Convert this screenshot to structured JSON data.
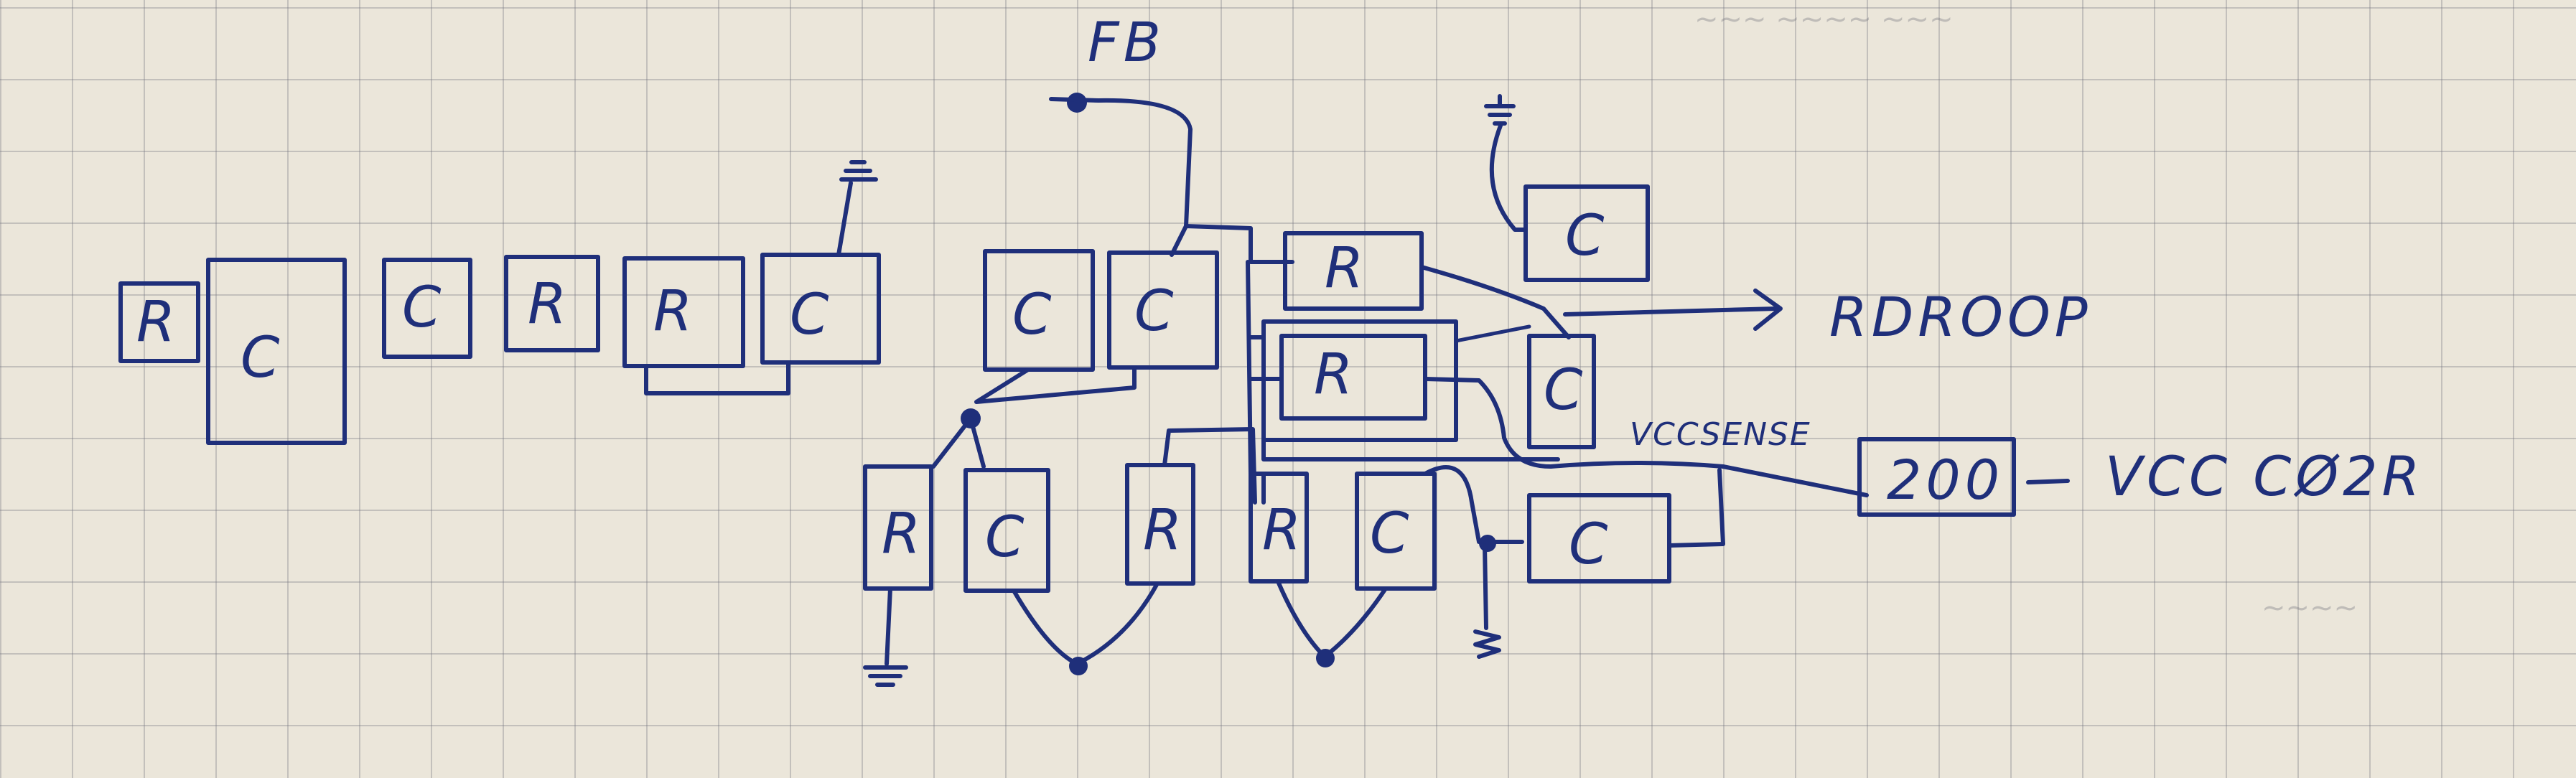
{
  "labels": {
    "fb": "FB",
    "rdroop": "RDROOP",
    "vccsense": "VCCSENSE",
    "r200": "200",
    "vcc_out": "VCC CØ2R"
  },
  "component_letters": {
    "r": "R",
    "c": "C"
  },
  "ink_color": "#1f2f7a",
  "paper_color": "#ebe6da",
  "grid_color": "#9a9aa3"
}
